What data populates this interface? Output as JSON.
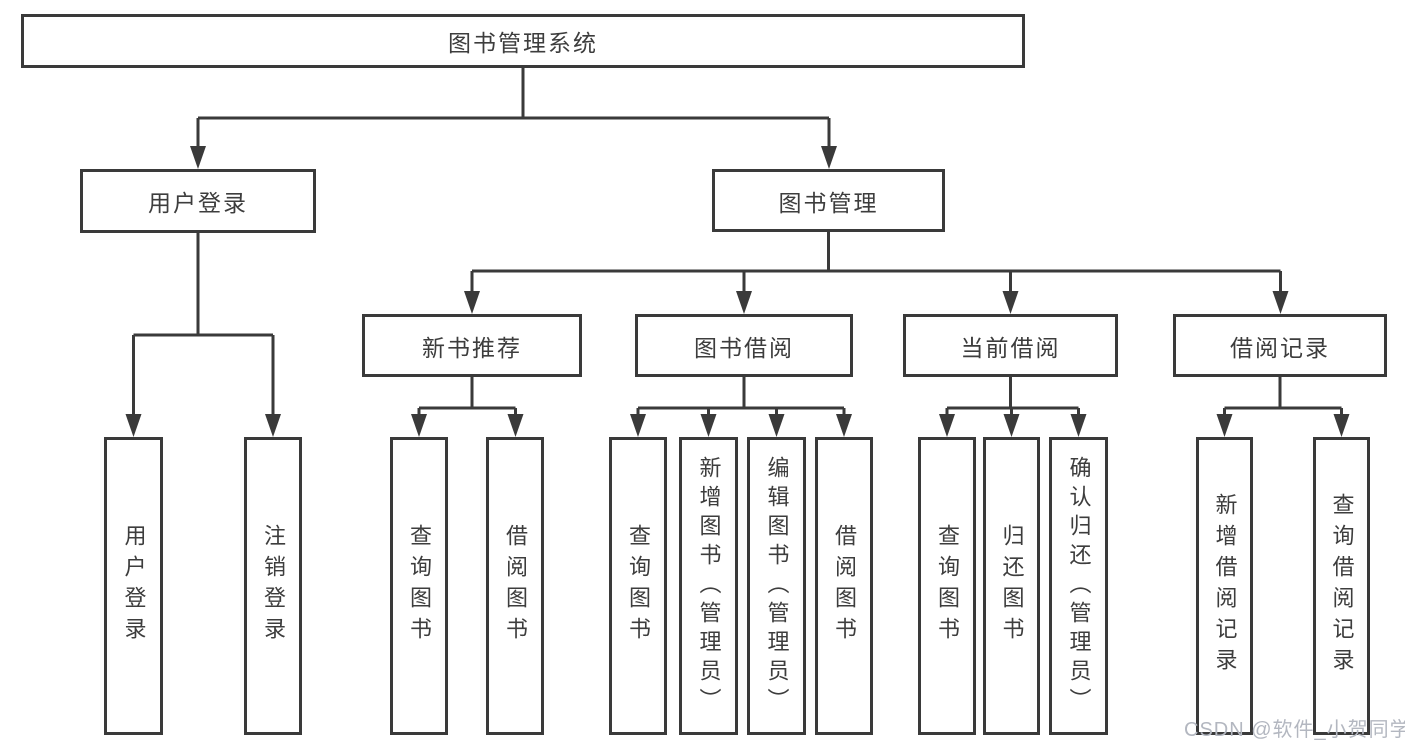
{
  "nodes": {
    "root": "图书管理系统",
    "level2": [
      "用户登录",
      "图书管理"
    ],
    "level3": [
      "新书推荐",
      "图书借阅",
      "当前借阅",
      "借阅记录"
    ],
    "leaves": {
      "login": [
        "用户登录",
        "注销登录"
      ],
      "recommend": [
        "查询图书",
        "借阅图书"
      ],
      "borrow": [
        "查询图书",
        "新增图书（管理员）",
        "编辑图书（管理员）",
        "借阅图书"
      ],
      "current": [
        "查询图书",
        "归还图书",
        "确认归还（管理员）"
      ],
      "records": [
        "新增借阅记录",
        "查询借阅记录"
      ]
    }
  },
  "watermark": "CSDN @软件_小贺同学",
  "colors": {
    "line": "#3a3a3a",
    "text": "#3d3d3d",
    "watermark": "#b3b7c0",
    "background": "#ffffff"
  }
}
